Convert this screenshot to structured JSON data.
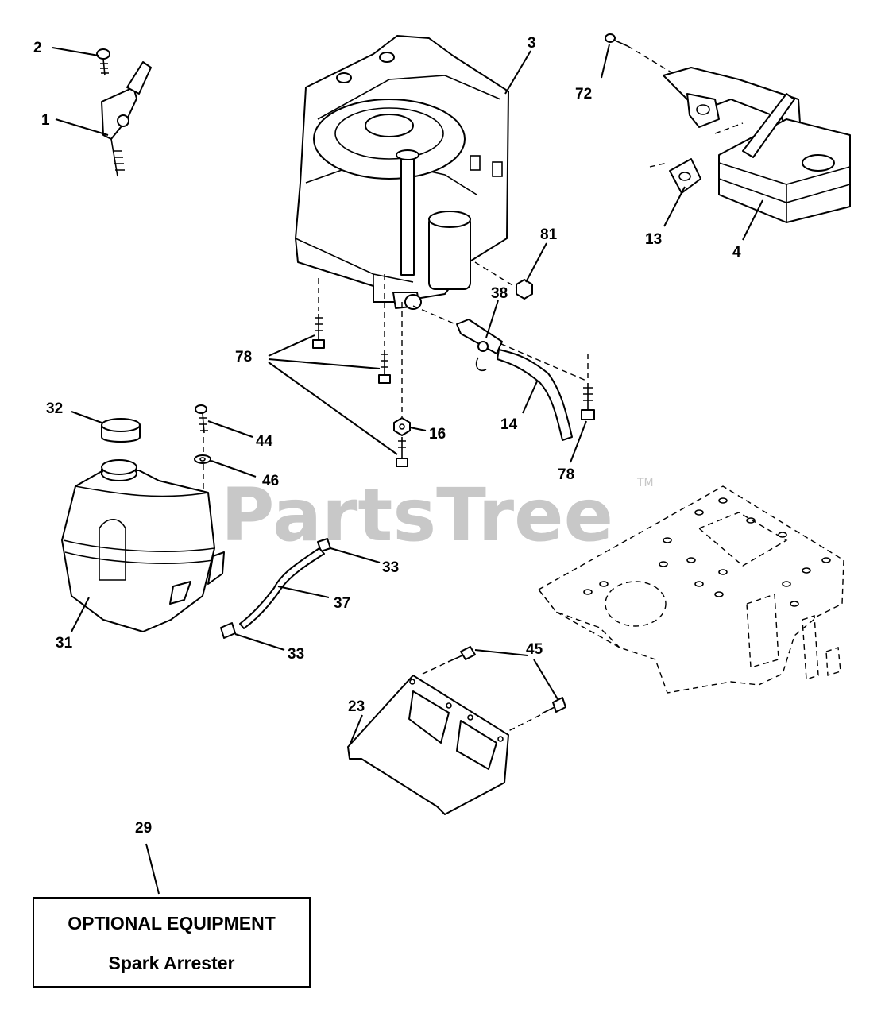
{
  "watermark": {
    "text": "PartsTree",
    "trademark": "TM"
  },
  "callouts": {
    "c1": "1",
    "c2": "2",
    "c3": "3",
    "c4": "4",
    "c13": "13",
    "c14": "14",
    "c16": "16",
    "c23": "23",
    "c29": "29",
    "c31": "31",
    "c32": "32",
    "c33a": "33",
    "c33b": "33",
    "c37": "37",
    "c38": "38",
    "c44": "44",
    "c45": "45",
    "c46": "46",
    "c72": "72",
    "c78a": "78",
    "c78b": "78",
    "c81": "81"
  },
  "optional_box": {
    "title": "OPTIONAL EQUIPMENT",
    "item": "Spark Arrester"
  }
}
